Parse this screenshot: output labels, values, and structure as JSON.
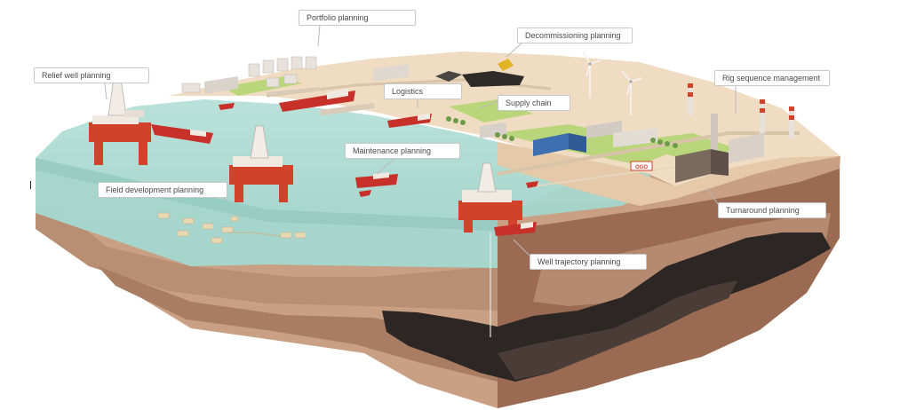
{
  "labels": {
    "portfolio": "Portfolio planning",
    "decommissioning": "Decommissioning planning",
    "relief_well": "Relief well planning",
    "logistics": "Logistics",
    "supply_chain": "Supply chain",
    "rig_sequence": "Rig sequence management",
    "maintenance": "Maintenance planning",
    "field_development": "Field development planning",
    "turnaround": "Turnaround planning",
    "well_trajectory": "Well trajectory planning"
  },
  "signage": {
    "refinery_sign": "OGO"
  },
  "colors": {
    "sea": "#a9d8cf",
    "land": "#f0dcc3",
    "rig_red": "#d2412a",
    "ship_red": "#c8302a",
    "earth_light": "#caa084",
    "earth_dark": "#8a604a",
    "reservoir": "#2c2624",
    "grass": "#b9d77a"
  }
}
